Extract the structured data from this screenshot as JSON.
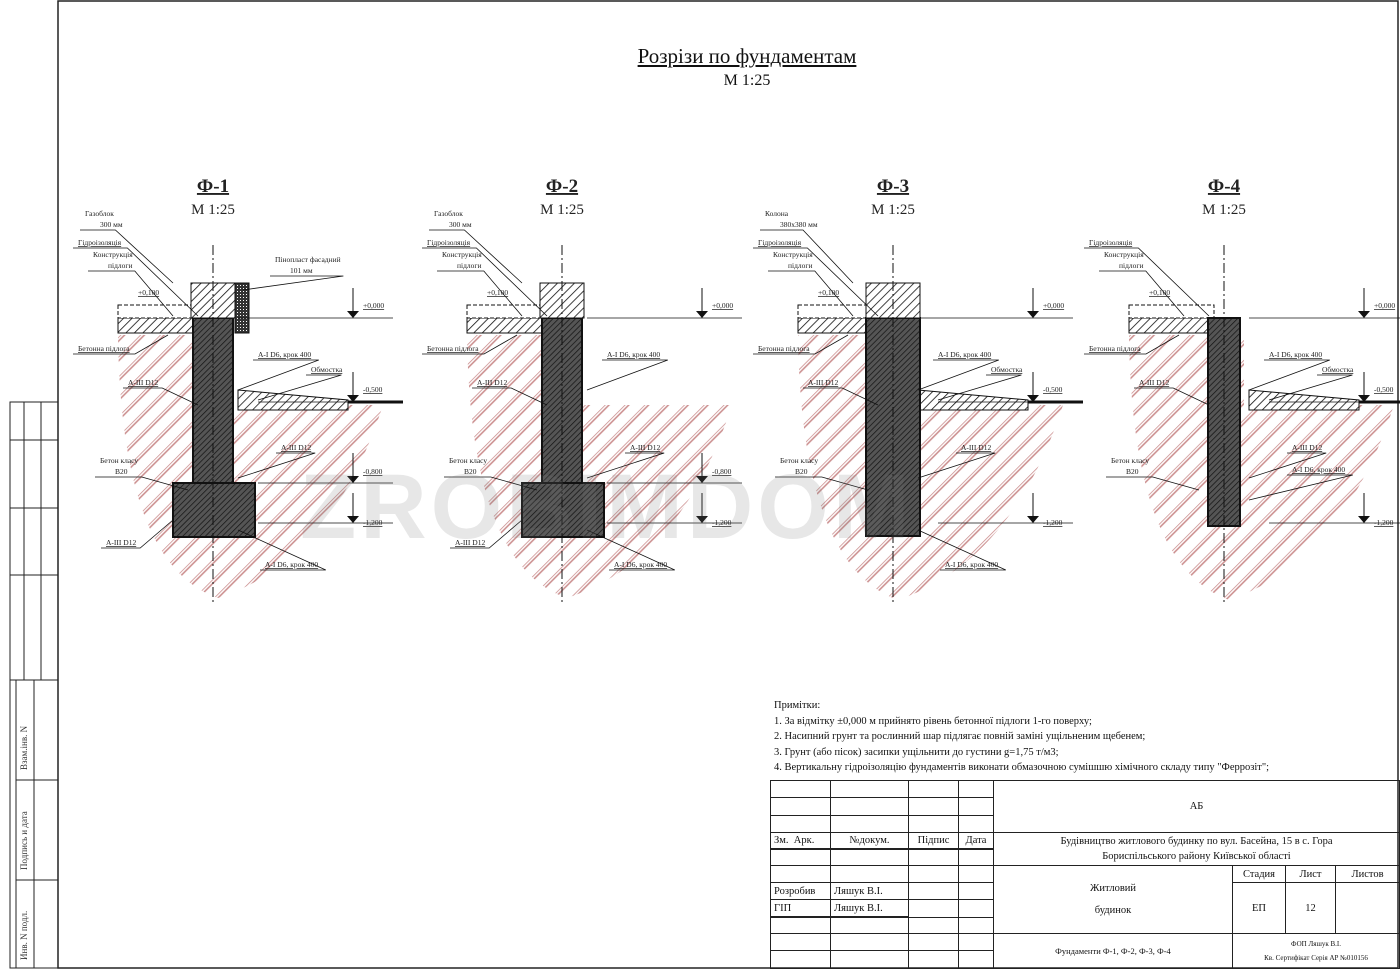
{
  "drawing": {
    "title": "Розрізи по фундаментам",
    "scale": "М 1:25",
    "watermark": "ZROBIMDOM"
  },
  "sections": [
    {
      "id": "Ф-1",
      "scale": "М 1:25",
      "type": "footing",
      "top": "wall",
      "labels": {
        "top_material": [
          "Газоблок",
          "300 мм"
        ],
        "hydro": "Гідроізоляція",
        "floor_constr": [
          "Конструкція",
          "підлоги"
        ],
        "plus100": "+0,100",
        "insul": [
          "Пінопласт фасадний",
          "101 мм"
        ],
        "zero": "+0,000",
        "concrete_floor": "Бетонна підлога",
        "a1": "A-I D6, крок 400",
        "a3_left": "A-III D12",
        "obmostka": "Обмостка",
        "m500": "-0,500",
        "a3_right": "A-III D12",
        "concrete_class": [
          "Бетон класу",
          "B20"
        ],
        "m800": "-0,800",
        "m1200": "-1,200",
        "a3_bottom": "A-III D12",
        "a1_bottom": "A-I D6, крок 400"
      }
    },
    {
      "id": "Ф-2",
      "scale": "М 1:25",
      "type": "footing",
      "top": "wall",
      "labels": {
        "top_material": [
          "Газоблок",
          "300 мм"
        ],
        "hydro": "Гідроізоляція",
        "floor_constr": [
          "Конструкція",
          "підлоги"
        ],
        "plus100": "+0,100",
        "zero": "+0,000",
        "concrete_floor": "Бетонна підлога",
        "a1": "A-I D6, крок 400",
        "a3_left": "A-III D12",
        "a3_right": "A-III D12",
        "concrete_class": [
          "Бетон класу",
          "B20"
        ],
        "m800": "-0,800",
        "m1200": "-1,200",
        "a3_bottom": "A-III D12",
        "a1_bottom": "A-I D6, крок 400"
      }
    },
    {
      "id": "Ф-3",
      "scale": "М 1:25",
      "type": "pier",
      "top": "column",
      "labels": {
        "top_material": [
          "Колона",
          "380х380 мм"
        ],
        "hydro": "Гідроізоляція",
        "floor_constr": [
          "Конструкція",
          "підлоги"
        ],
        "plus100": "+0,100",
        "zero": "+0,000",
        "concrete_floor": "Бетонна підлога",
        "a1": "A-I D6, крок 400",
        "a3_left": "A-III D12",
        "obmostka": "Обмостка",
        "m500": "-0,500",
        "a3_right": "A-III D12",
        "concrete_class": [
          "Бетон класу",
          "B20"
        ],
        "m1200": "-1,200",
        "a1_bottom": "A-I D6, крок 400"
      }
    },
    {
      "id": "Ф-4",
      "scale": "М 1:25",
      "type": "strip",
      "top": "none",
      "labels": {
        "hydro": "Гідроізоляція",
        "floor_constr": [
          "Конструкція",
          "підлоги"
        ],
        "plus100": "+0,100",
        "zero": "+0,000",
        "concrete_floor": "Бетонна підлога",
        "a1": "A-I D6, крок 400",
        "a3_left": "A-III D12",
        "obmostka": "Обмостка",
        "m500": "-0,500",
        "a3_right": "A-III D12",
        "a1_mid": "A-I D6, крок 400",
        "concrete_class": [
          "Бетон класу",
          "B20"
        ],
        "m1200": "-1,200"
      }
    }
  ],
  "notes": {
    "heading": "Примітки:",
    "items": [
      "1. За відмітку  ±0,000 м прийнято рівень бетонної підлоги 1-го  поверху;",
      "2. Насипний грунт та рослинний шар підлягає повній заміні ущільненим    щебенем;",
      "3. Грунт (або пісок) засипки ущільнити до густини g=1,75 т/м3;",
      "4. Вертикальну гідроізоляцію фундаментів виконати обмазочною сумішшю хімічного складу типу \"Феррозіт\";"
    ]
  },
  "title_block": {
    "code": "АБ",
    "headers": {
      "change": "Зм.",
      "sheet_no": "Арк.",
      "doc_no": "№докум.",
      "signature": "Підпис",
      "date": "Дата"
    },
    "project": "Будівництво житлового будинку по вул. Басейна, 15 в с. Гора Бориспільського району Київської області",
    "object": [
      "Житловий",
      "будинок"
    ],
    "stage_label": "Стадия",
    "sheet_label": "Лист",
    "sheets_label": "Листов",
    "stage": "ЕП",
    "sheet": "12",
    "roles": [
      {
        "role": "Розробив",
        "name": "Ляшук В.І."
      },
      {
        "role": "ГІП",
        "name": "Ляшук В.І."
      }
    ],
    "sheet_title": "Фундаменти Ф-1, Ф-2, Ф-3, Ф-4",
    "company": "ФОП Ляшук В.І.",
    "certificate": "Кв. Сертифікат Серія АР №010156"
  },
  "side_stamp": {
    "labels": [
      "Взам.інв. N",
      "Подпись и дата",
      "Инв. N подл."
    ]
  }
}
